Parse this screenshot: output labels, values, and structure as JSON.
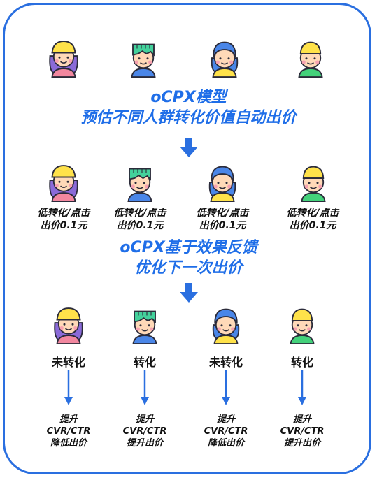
{
  "heading1": {
    "line1": "oCPX模型",
    "line2": "预估不同人群转化价值自动出价"
  },
  "bids": [
    {
      "line1": "低转化/点击",
      "line2": "出价0.1元"
    },
    {
      "line1": "低转化/点击",
      "line2": "出价0.1元"
    },
    {
      "line1": "低转化/点击",
      "line2": "出价0.1元"
    },
    {
      "line1": "低转化/点击",
      "line2": "出价0.1元"
    }
  ],
  "heading2": {
    "line1": "oCPX基于效果反馈",
    "line2": "优化下一次出价"
  },
  "outcomes": [
    {
      "label": "未转化",
      "line1": "提升",
      "line2": "CVR/CTR",
      "line3": "降低出价"
    },
    {
      "label": "转化",
      "line1": "提升",
      "line2": "CVR/CTR",
      "line3": "提升出价"
    },
    {
      "label": "未转化",
      "line1": "提升",
      "line2": "CVR/CTR",
      "line3": "降低出价"
    },
    {
      "label": "转化",
      "line1": "提升",
      "line2": "CVR/CTR",
      "line3": "提升出价"
    }
  ],
  "colors": {
    "accent": "#2a6fe0",
    "text_blue": "#1f6ee8",
    "arrow": "#2a6fe0"
  },
  "avatars": [
    "girl-yellow-hat-icon",
    "boy-green-hair-icon",
    "girl-blue-hair-icon",
    "kid-yellow-cap-icon"
  ]
}
